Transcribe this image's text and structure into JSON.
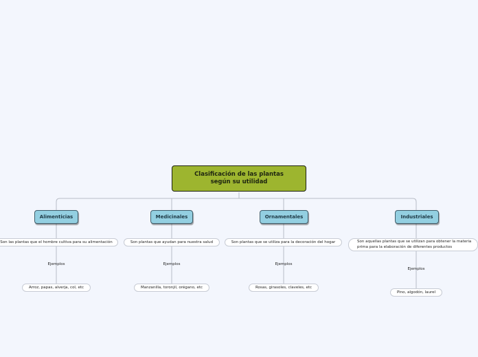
{
  "root": {
    "title": "Clasificación de las plantas según su utilidad"
  },
  "categories": [
    {
      "name": "Alimenticias",
      "description": "Son las plantas que el hombre cultiva para su alimentación",
      "examples_label": "Ejemplos",
      "examples": "Arroz, papas, alverja, col, etc"
    },
    {
      "name": "Medicinales",
      "description": "Son plantas que ayudan para nuestra salud",
      "examples_label": "Ejemplos",
      "examples": "Manzanilla, toronjil, orégano, etc"
    },
    {
      "name": "Ornamentales",
      "description": "Son plantas que se utiliza para la decoración del hogar",
      "examples_label": "Ejemplos",
      "examples": "Rosas, girasoles, claveles, etc"
    },
    {
      "name": "Industriales",
      "description": "Son aquellas plantas que se utilizan para obtener la materia prima para la elaboración de diferentes productos",
      "examples_label": "Ejemplos",
      "examples": "Pino, algodón, laurel"
    }
  ]
}
